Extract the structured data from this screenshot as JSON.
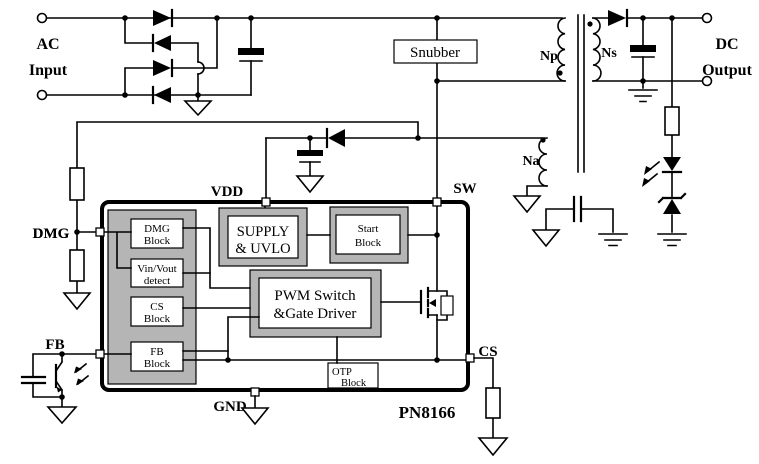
{
  "io": {
    "ac1": "AC",
    "ac2": "Input",
    "dc1": "DC",
    "dc2": "Output"
  },
  "components": {
    "snubber": "Snubber",
    "np": "Np",
    "ns": "Ns",
    "na": "Na",
    "chip": "PN8166"
  },
  "pins": {
    "vdd": "VDD",
    "sw": "SW",
    "dmg": "DMG",
    "fb": "FB",
    "gnd": "GND",
    "cs": "CS"
  },
  "blocks": {
    "dmg": {
      "l1": "DMG",
      "l2": "Block"
    },
    "vin": {
      "l1": "Vin/Vout",
      "l2": "detect"
    },
    "cs": {
      "l1": "CS",
      "l2": "Block"
    },
    "fb": {
      "l1": "FB",
      "l2": "Block"
    },
    "supply": {
      "l1": "SUPPLY",
      "l2": "& UVLO"
    },
    "start": {
      "l1": "Start",
      "l2": "Block"
    },
    "pwm": {
      "l1": "PWM Switch",
      "l2": "&Gate Driver"
    },
    "otp": {
      "l1": "OTP",
      "l2": "Block"
    }
  },
  "colors": {
    "wire": "#000000",
    "block_fill": "#b5b5b5",
    "background": "#ffffff"
  }
}
